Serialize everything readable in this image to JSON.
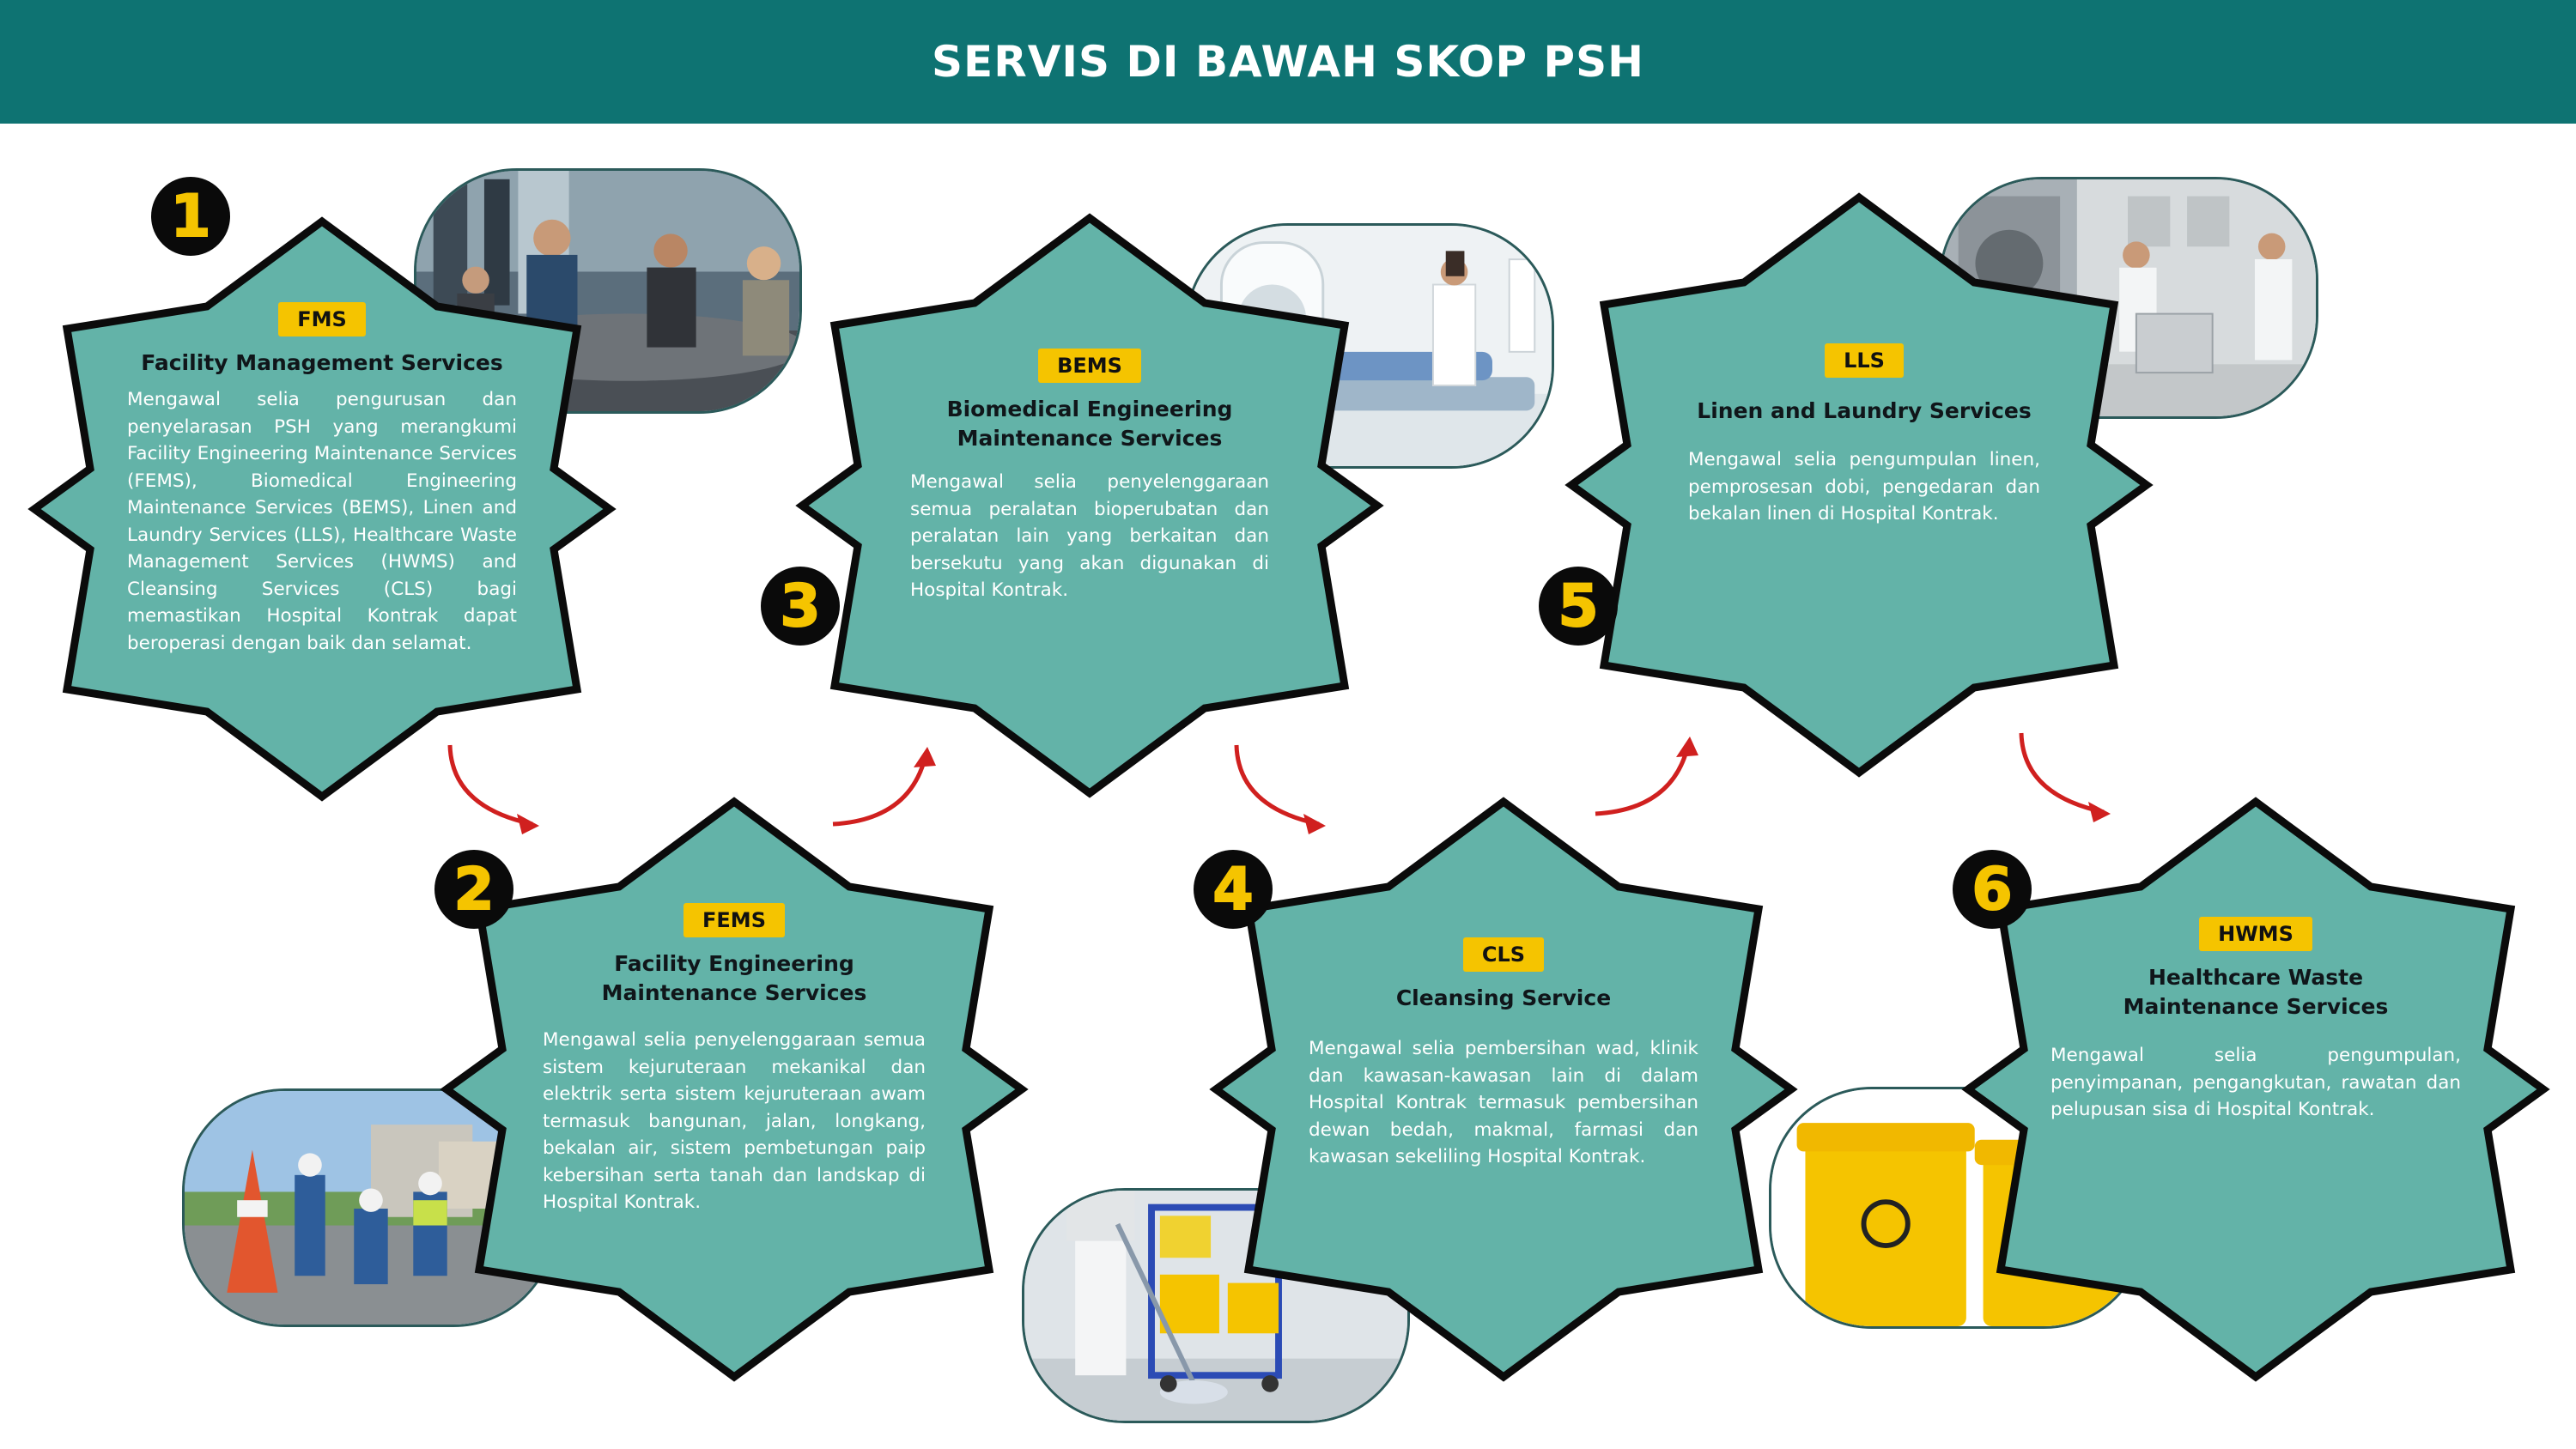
{
  "header": {
    "title": "SERVIS DI BAWAH SKOP PSH"
  },
  "colors": {
    "header": "#0e7372",
    "star_fill": "#63b3a8",
    "badge": "#f5c400",
    "arrow": "#d0201f"
  },
  "services": [
    {
      "number": "1",
      "code": "FMS",
      "title": "Facility Management Services",
      "description": "Mengawal selia pengurusan dan penyelarasan PSH yang merangkumi Facility Engineering Maintenance Services (FEMS), Biomedical Engineering Maintenance Services (BEMS), Linen and Laundry Services (LLS), Healthcare Waste Management Services (HWMS) and Cleansing Services (CLS) bagi memastikan Hospital Kontrak dapat beroperasi dengan baik dan selamat.",
      "photo_icon": "office-meeting-photo"
    },
    {
      "number": "2",
      "code": "FEMS",
      "title": "Facility Engineering Maintenance Services",
      "description": "Mengawal selia penyelenggaraan semua sistem kejuruteraan mekanikal dan elektrik serta sistem kejuruteraan awam termasuk bangunan, jalan, longkang, bekalan air, sistem pembetungan paip kebersihan serta tanah dan landskap di Hospital Kontrak.",
      "photo_icon": "road-workers-photo"
    },
    {
      "number": "3",
      "code": "BEMS",
      "title": "Biomedical Engineering Maintenance Services",
      "description": "Mengawal selia penyelenggaraan semua peralatan bioperubatan dan peralatan lain yang berkaitan dan bersekutu yang akan digunakan di Hospital Kontrak.",
      "photo_icon": "ct-scanner-photo"
    },
    {
      "number": "4",
      "code": "CLS",
      "title": "Cleansing Service",
      "description": "Mengawal selia pembersihan wad, klinik dan kawasan-kawasan lain di dalam Hospital Kontrak termasuk pembersihan dewan bedah, makmal, farmasi dan kawasan sekeliling Hospital Kontrak.",
      "photo_icon": "cleaning-cart-photo"
    },
    {
      "number": "5",
      "code": "LLS",
      "title": "Linen and Laundry Services",
      "description": "Mengawal selia pengumpulan linen, pemprosesan dobi, pengedaran dan bekalan linen di Hospital Kontrak.",
      "photo_icon": "laundry-room-photo"
    },
    {
      "number": "6",
      "code": "HWMS",
      "title": "Healthcare Waste Maintenance Services",
      "description": "Mengawal selia pengumpulan, penyimpanan, pengangkutan, rawatan dan pelupusan sisa di Hospital Kontrak.",
      "photo_icon": "biohazard-bins-photo"
    }
  ]
}
